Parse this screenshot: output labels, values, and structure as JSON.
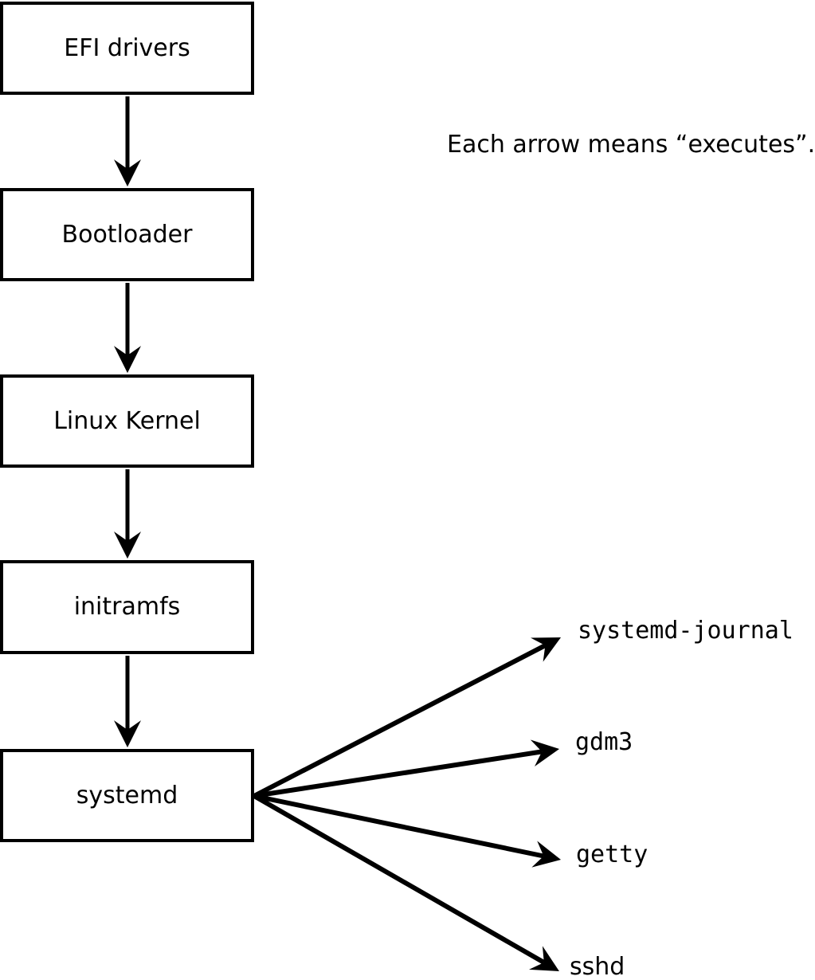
{
  "diagram": {
    "caption": "Each arrow means “executes”.",
    "colors": {
      "background": "#ffffff",
      "stroke": "#000000",
      "text": "#000000"
    },
    "chain": [
      {
        "id": "efi-drivers",
        "label": "EFI drivers"
      },
      {
        "id": "bootloader",
        "label": "Bootloader"
      },
      {
        "id": "linux-kernel",
        "label": "Linux Kernel"
      },
      {
        "id": "initramfs",
        "label": "initramfs"
      },
      {
        "id": "systemd",
        "label": "systemd"
      }
    ],
    "spawned": [
      {
        "id": "systemd-journal",
        "label": "systemd-journal"
      },
      {
        "id": "gdm3",
        "label": "gdm3"
      },
      {
        "id": "getty",
        "label": "getty"
      },
      {
        "id": "sshd",
        "label": "sshd"
      }
    ]
  }
}
